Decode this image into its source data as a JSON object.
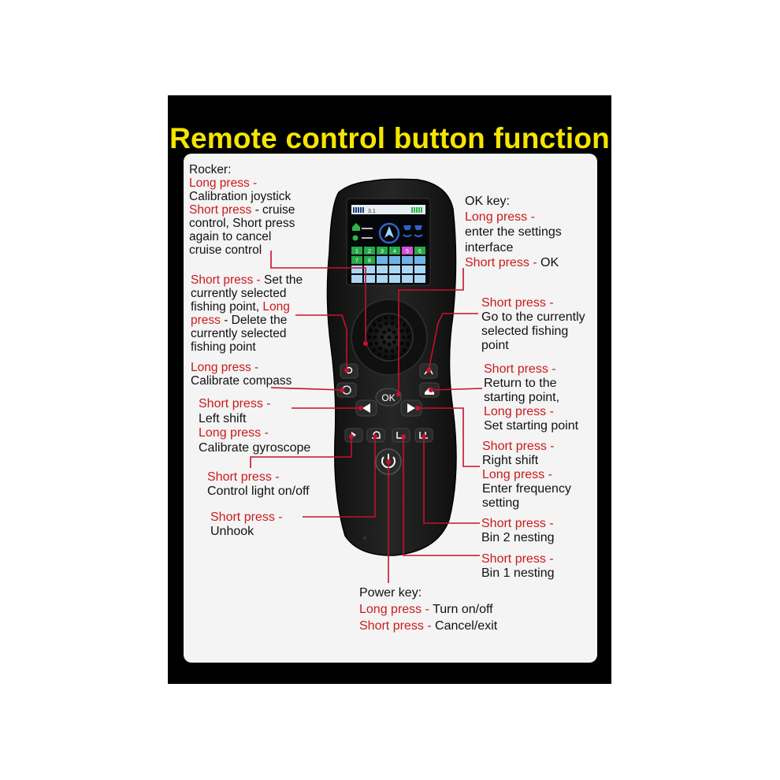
{
  "title": "Remote control button function",
  "colors": {
    "frame": "#000000",
    "title": "#f5e500",
    "panel": "#f4f4f4",
    "accent": "#cc1a1a",
    "text": "#111111",
    "remote": "#1c1c1c"
  },
  "device": {
    "screen": {
      "signal_text": "3.1",
      "grid_numbers": [
        "1",
        "2",
        "3",
        "4",
        "5",
        "6",
        "7",
        "8"
      ]
    },
    "ok_label": "OK"
  },
  "annotations": {
    "rocker": {
      "heading": "Rocker:",
      "long_press": "Long press -",
      "long_desc": "Calibration joystick",
      "short_press": "Short press",
      "short_desc_1": " - cruise",
      "short_desc_2": "control, Short press",
      "short_desc_3": "again to cancel",
      "short_desc_4": "cruise control"
    },
    "ok_key": {
      "heading": "OK key:",
      "long_press": "Long press -",
      "long_desc_1": "enter the settings",
      "long_desc_2": "interface",
      "short_press": "Short press -",
      "short_desc": " OK"
    },
    "fishing_point": {
      "short_press": "Short press -",
      "desc_1": " Set the",
      "desc_2": "currently selected",
      "desc_3": "fishing point,",
      "long_press_a": " Long",
      "long_press_b": "press",
      "desc_4": " - Delete the",
      "desc_5": "currently selected",
      "desc_6": "fishing point"
    },
    "goto_point": {
      "short_press": "Short press -",
      "desc_1": "Go to the currently",
      "desc_2": "selected fishing",
      "desc_3": "point"
    },
    "compass": {
      "long_press": "Long press -",
      "desc": "Calibrate compass"
    },
    "return_start": {
      "short_press": "Short press -",
      "desc_1": "Return to the",
      "desc_2": "starting point,",
      "long_press": "Long press -",
      "desc_3": "Set starting point"
    },
    "left_shift": {
      "short_press": "Short press -",
      "desc_1": "Left shift",
      "long_press": "Long press -",
      "desc_2": "Calibrate gyroscope"
    },
    "right_shift": {
      "short_press": "Short press -",
      "desc_1": "Right shift",
      "long_press": "Long press -",
      "desc_2": "Enter frequency",
      "desc_3": "setting"
    },
    "light": {
      "short_press": "Short press -",
      "desc": "Control light on/off"
    },
    "unhook": {
      "short_press": "Short press -",
      "desc": "Unhook"
    },
    "bin2": {
      "short_press": "Short press -",
      "desc": "Bin 2 nesting"
    },
    "bin1": {
      "short_press": "Short press -",
      "desc": "Bin 1 nesting"
    },
    "power": {
      "heading": "Power key:",
      "long_press": "Long press -",
      "long_desc": " Turn on/off",
      "short_press": "Short press -",
      "short_desc": " Cancel/exit"
    }
  }
}
